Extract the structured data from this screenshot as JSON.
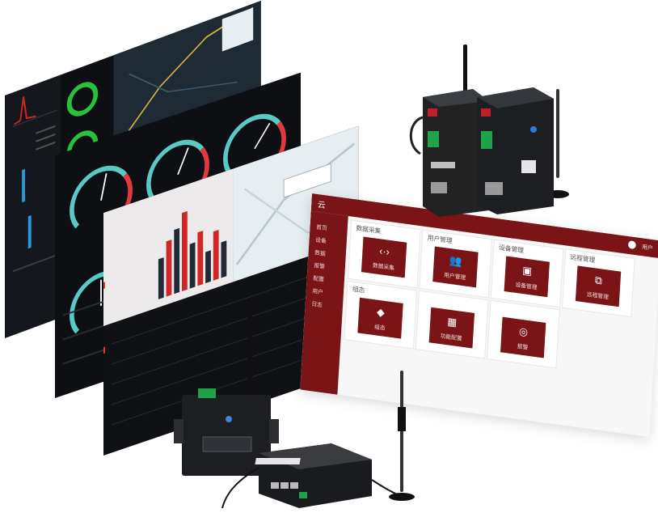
{
  "colors": {
    "brand": "#7a1416",
    "panel_dark": "#0d0f12",
    "gauge_teal": "#58c9c4",
    "gauge_red": "#e23a3a",
    "ring_green": "#27c13a",
    "bar_blue": "#2a9ad8",
    "bar_red": "#d02626",
    "device_body": "#1c1e21",
    "antenna": "#111111"
  },
  "admin_panel": {
    "logo_text": "云",
    "header_user": "用户",
    "sidebar_items": [
      "首页",
      "设备",
      "数据",
      "报警",
      "配置",
      "用户",
      "日志"
    ],
    "tiles": [
      {
        "label": "数据采集",
        "button": "数据采集",
        "icon": "code-brackets-icon"
      },
      {
        "label": "用户管理",
        "button": "用户管理",
        "icon": "users-icon"
      },
      {
        "label": "设备管理",
        "button": "设备管理",
        "icon": "device-icon"
      },
      {
        "label": "远程管理",
        "button": "远程管理",
        "icon": "remote-icon"
      },
      {
        "label": "组态",
        "button": "组态",
        "icon": "widgets-icon"
      },
      {
        "label": "",
        "button": "功能配置",
        "icon": "grid-icon"
      },
      {
        "label": "",
        "button": "报警",
        "icon": "target-icon"
      }
    ]
  },
  "dashboard_gauges": [
    {
      "value": 0.55
    },
    {
      "value": 0.6
    },
    {
      "value": 0.65
    },
    {
      "value": 0.5
    }
  ],
  "bar_heights": [
    0.45,
    0.62,
    0.72,
    0.88,
    0.5,
    0.6,
    0.35,
    0.55,
    0.4
  ]
}
